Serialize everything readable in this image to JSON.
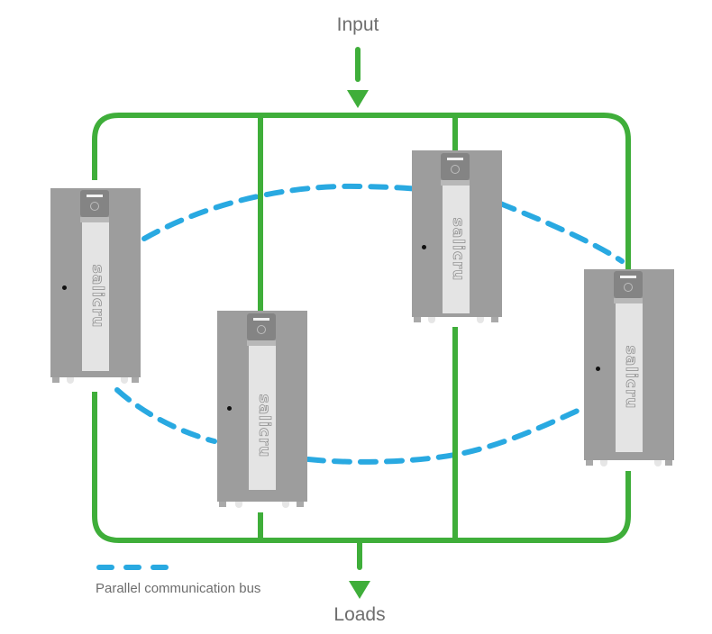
{
  "labels": {
    "input": "Input",
    "loads": "Loads",
    "legend": "Parallel communication bus"
  },
  "colors": {
    "power_line": "#3fae3a",
    "comm_bus": "#29a9e1",
    "ups_body": "#9d9d9d",
    "ups_strip": "#e4e4e4",
    "text": "#6e6e6e"
  },
  "ups_units": [
    {
      "id": "ups-1",
      "brand": "salicru"
    },
    {
      "id": "ups-2",
      "brand": "salicru"
    },
    {
      "id": "ups-3",
      "brand": "salicru"
    },
    {
      "id": "ups-4",
      "brand": "salicru"
    }
  ],
  "legend": [
    {
      "style": "dashed",
      "color": "#29a9e1",
      "label": "Parallel communication bus"
    }
  ]
}
